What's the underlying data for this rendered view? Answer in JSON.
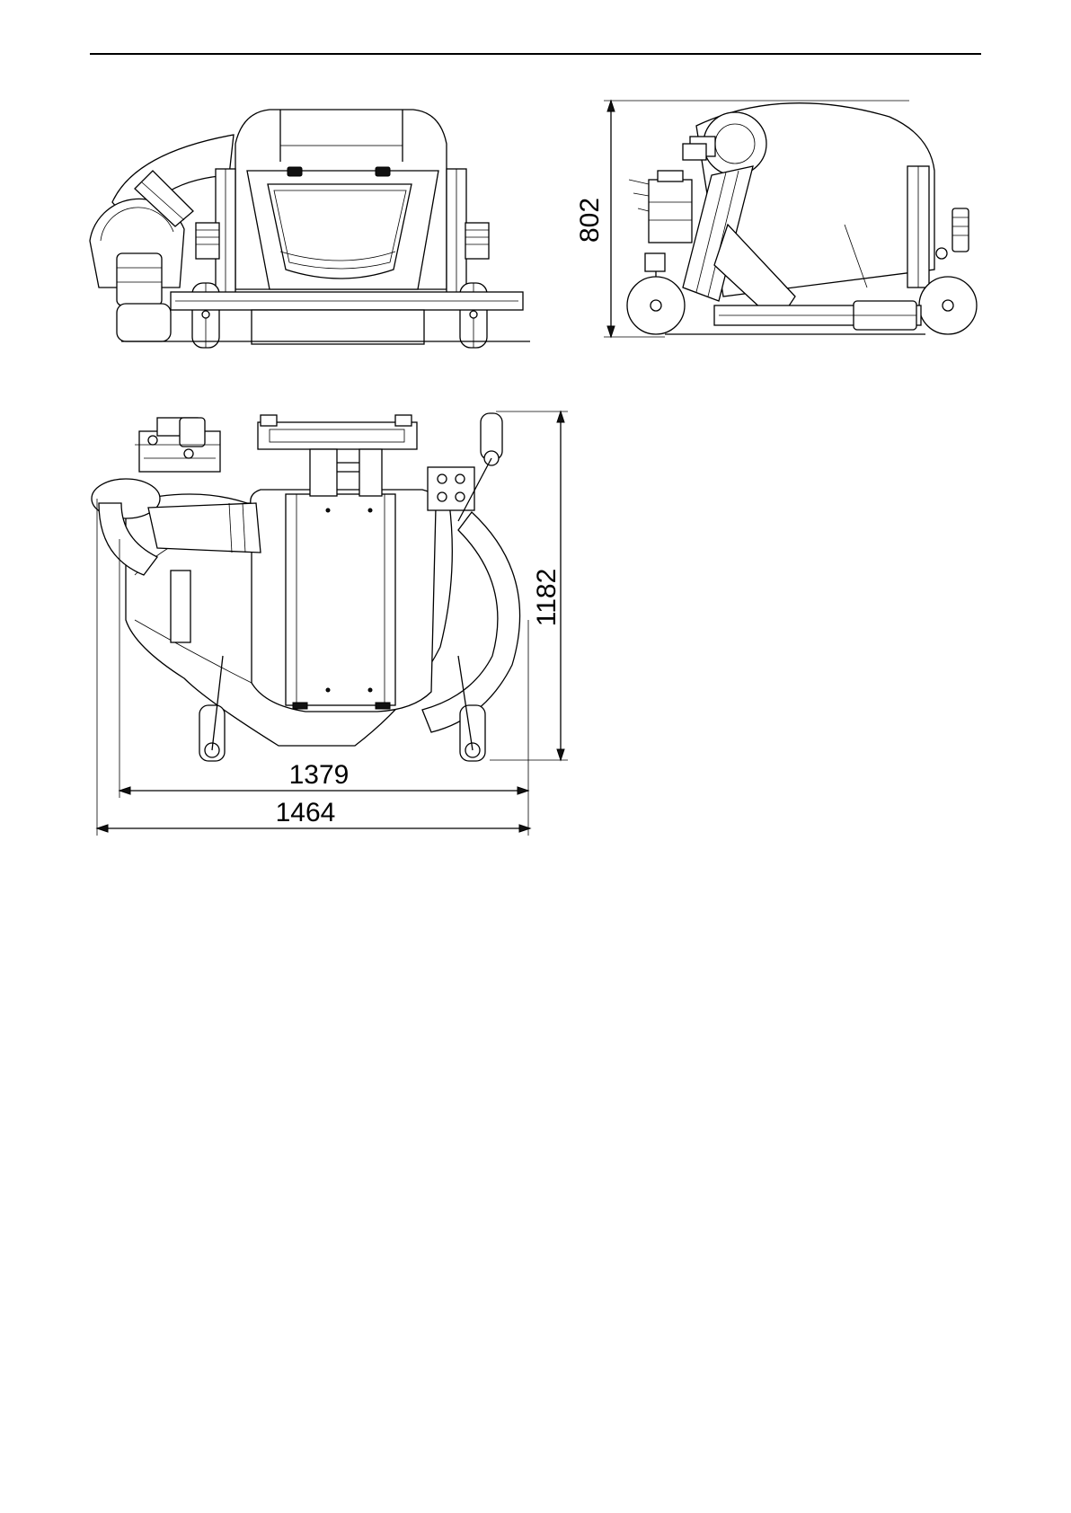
{
  "drawing": {
    "dimensions": {
      "side_height": "802",
      "top_depth": "1182",
      "top_inner_width": "1379",
      "top_overall_width": "1464"
    }
  }
}
